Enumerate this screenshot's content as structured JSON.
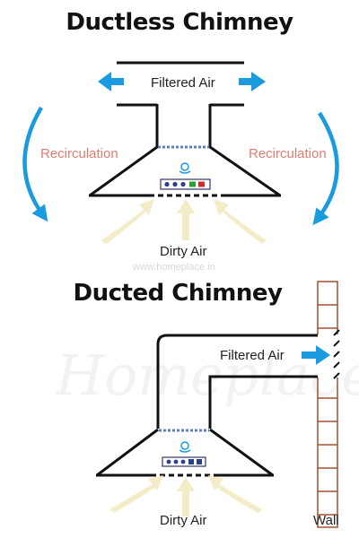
{
  "ductless": {
    "title": "Ductless Chimney",
    "filtered_air": "Filtered Air",
    "recirc_left": "Recirculation",
    "recirc_right": "Recirculation",
    "dirty_air": "Dirty Air"
  },
  "ducted": {
    "title": "Ducted Chimney",
    "filtered_air": "Filtered Air",
    "dirty_air": "Dirty Air",
    "wall": "Wall"
  },
  "watermark": {
    "url": "www.homeplace.in",
    "script": "Homeplace"
  },
  "colors": {
    "arrow_blue": "#1a9be0",
    "recirc_text": "#e07b70",
    "dirty_air_arrow": "#f3ecc6",
    "wall_brick": "#a0522d",
    "filter_dash": "#5b7fc7",
    "control_border": "#333366"
  },
  "control_panel": {
    "buttons": [
      "#2b3f8f",
      "#2b3f8f",
      "#2b3f8f",
      "#2aa02a",
      "#d62828"
    ]
  }
}
